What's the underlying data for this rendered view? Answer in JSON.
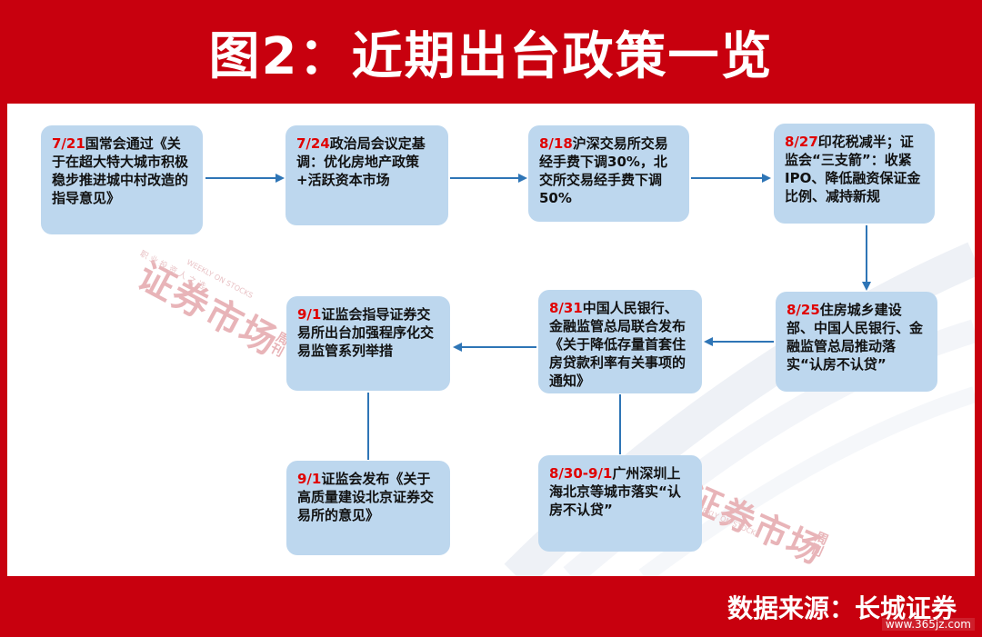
{
  "title": "图2：近期出台政策一览",
  "source": "数据来源：长城证券",
  "site": "www.365jz.com",
  "watermark": {
    "main": "证券市场",
    "side": "周刊",
    "en": "WEEKLY ON STOCKS",
    "sub": "职 业 投 资 人 之 选"
  },
  "boxes": [
    {
      "id": "b1",
      "date": "7/21",
      "text": "国常会通过《关于在超大特大城市积极稳步推进城中村改造的指导意见》"
    },
    {
      "id": "b2",
      "date": "7/24",
      "text": "政治局会议定基调：优化房地产政策+活跃资本市场"
    },
    {
      "id": "b3",
      "date": "8/18",
      "text": "沪深交易所交易经手费下调30%，北交所交易经手费下调50%"
    },
    {
      "id": "b4",
      "date": "8/27",
      "text": "印花税减半；证监会“三支箭”：收紧IPO、降低融资保证金比例、减持新规"
    },
    {
      "id": "b5",
      "date": "8/25",
      "text": "住房城乡建设部、中国人民银行、金融监管总局推动落实“认房不认贷”"
    },
    {
      "id": "b6",
      "date": "8/31",
      "text": "中国人民银行、金融监管总局联合发布《关于降低存量首套住房贷款利率有关事项的通知》"
    },
    {
      "id": "b7",
      "date": "9/1",
      "text": "证监会指导证券交易所出台加强程序化交易监管系列举措"
    },
    {
      "id": "b8",
      "date": "8/30-9/1",
      "text": "广州深圳上海北京等城市落实“认房不认贷”"
    },
    {
      "id": "b9",
      "date": "9/1",
      "text": "证监会发布《关于高质量建设北京证券交易所的意见》"
    }
  ],
  "colors": {
    "frame": "#c8000e",
    "box": "#bdd7ee",
    "arrow": "#2e75b6",
    "date": "#e00000"
  }
}
